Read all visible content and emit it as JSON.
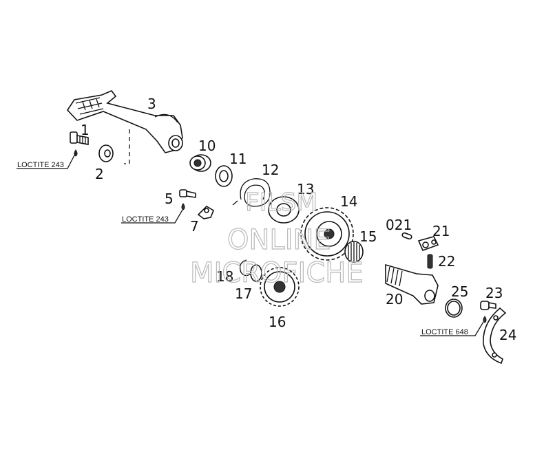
{
  "callouts": {
    "p1": "1",
    "p2": "2",
    "p3": "3",
    "p5": "5",
    "p7": "7",
    "p10": "10",
    "p11": "11",
    "p12": "12",
    "p13": "13",
    "p14": "14",
    "p15": "15",
    "p16": "16",
    "p17": "17",
    "p18": "18",
    "p20": "20",
    "p021": "021",
    "p21": "21",
    "p22": "22",
    "p23": "23",
    "p24": "24",
    "p25": "25"
  },
  "notes": {
    "loctite_1": "LOCTITE 243",
    "loctite_2": "LOCTITE 243",
    "loctite_3": "LOCTITE 648"
  },
  "watermark": {
    "line1": "FILSM",
    "line2": "ONLINE",
    "line3": "MICROFICHE"
  }
}
